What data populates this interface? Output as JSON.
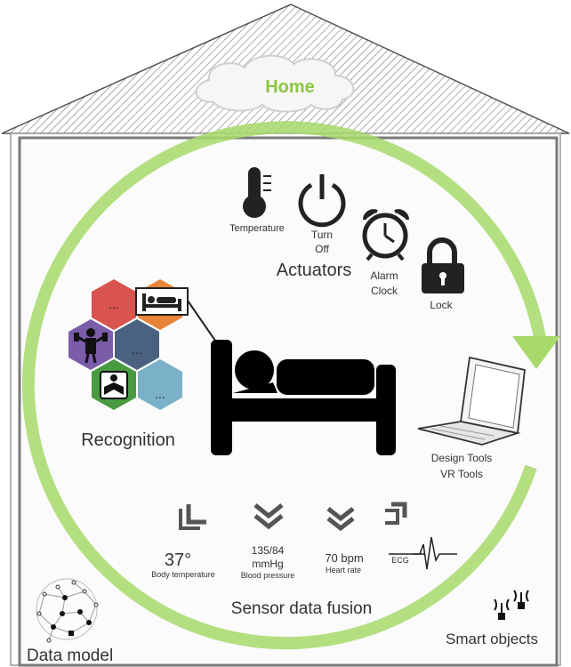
{
  "roof": {
    "cloud_label": "Home"
  },
  "actuators": {
    "title": "Actuators",
    "items": [
      {
        "icon": "thermometer-icon",
        "label": "Temperature"
      },
      {
        "icon": "power-icon",
        "label_line1": "Turn",
        "label_line2": "Off"
      },
      {
        "icon": "alarm-clock-icon",
        "label_line1": "Alarm",
        "label_line2": "Clock"
      },
      {
        "icon": "lock-icon",
        "label": "Lock"
      }
    ]
  },
  "recognition": {
    "title": "Recognition",
    "hex_placeholder": "...",
    "hex_colors": [
      "#d9534f",
      "#e8843a",
      "#7a5ca8",
      "#4a6280",
      "#4a9a42",
      "#7ab0c8"
    ]
  },
  "tools": {
    "line1": "Design Tools",
    "line2": "VR Tools"
  },
  "sensors": {
    "body_temp_value": "37°",
    "body_temp_label": "Body temperature",
    "bp_value_line1": "135/84",
    "bp_value_line2": "mmHg",
    "bp_label": "Blood pressure",
    "hr_value": "70 bpm",
    "hr_label": "Heart rate",
    "ecg_label": "ECG",
    "fusion_title": "Sensor data fusion"
  },
  "corners": {
    "data_model": "Data model",
    "smart_objects": "Smart objects"
  },
  "colors": {
    "cycle_arrow": "#a6d96a",
    "home_text": "#8cc63f",
    "frame": "#7a7a7a"
  }
}
